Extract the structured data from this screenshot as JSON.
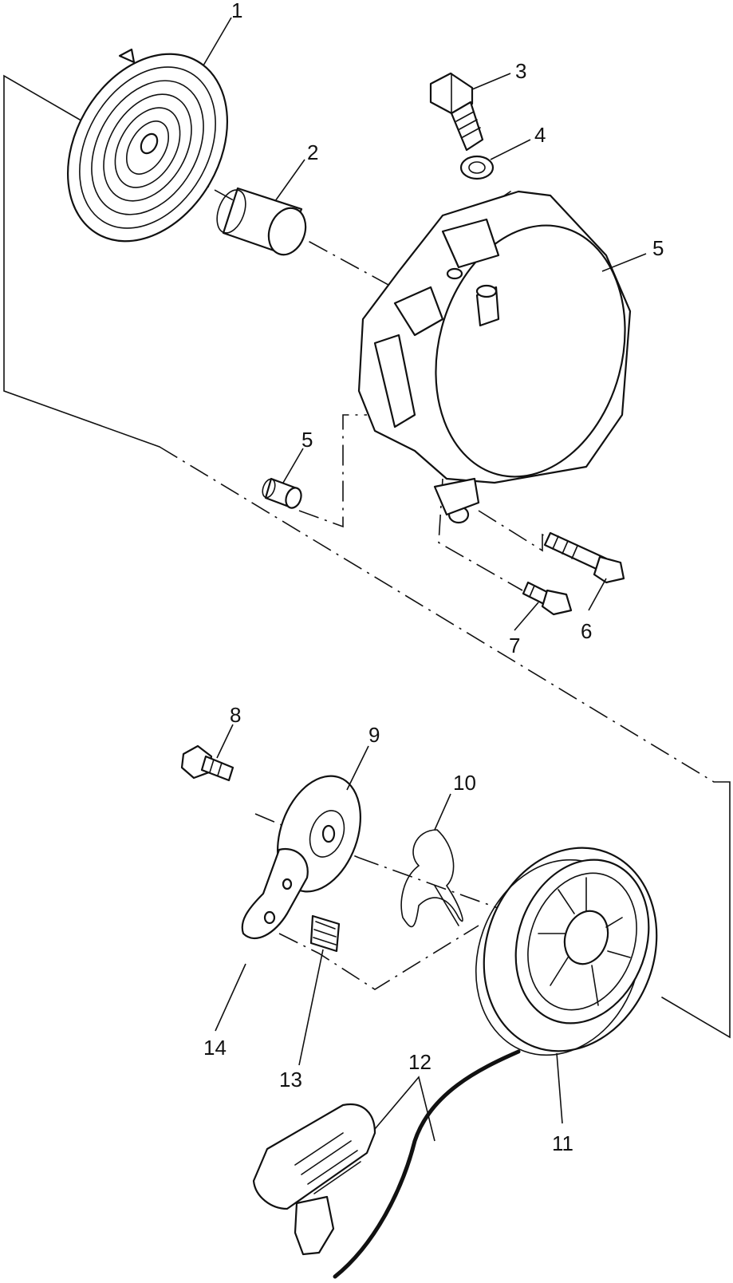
{
  "diagram": {
    "callouts": [
      {
        "id": "c1",
        "label": "1"
      },
      {
        "id": "c2",
        "label": "2"
      },
      {
        "id": "c3",
        "label": "3"
      },
      {
        "id": "c4",
        "label": "4"
      },
      {
        "id": "c5a",
        "label": "5"
      },
      {
        "id": "c5b",
        "label": "5"
      },
      {
        "id": "c6",
        "label": "6"
      },
      {
        "id": "c7",
        "label": "7"
      },
      {
        "id": "c8",
        "label": "8"
      },
      {
        "id": "c9",
        "label": "9"
      },
      {
        "id": "c10",
        "label": "10"
      },
      {
        "id": "c11",
        "label": "11"
      },
      {
        "id": "c12",
        "label": "12"
      },
      {
        "id": "c13",
        "label": "13"
      },
      {
        "id": "c14",
        "label": "14"
      }
    ],
    "colors": {
      "ink": "#111111",
      "paper": "#ffffff"
    }
  }
}
